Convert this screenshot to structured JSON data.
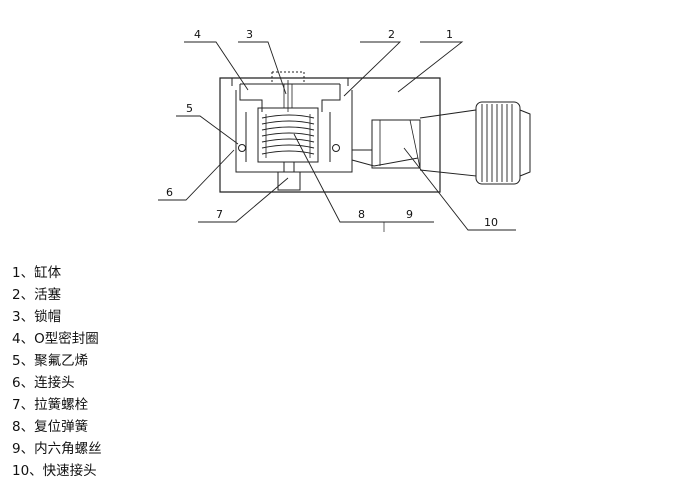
{
  "callouts": [
    {
      "num": "1"
    },
    {
      "num": "2"
    },
    {
      "num": "3"
    },
    {
      "num": "4"
    },
    {
      "num": "5"
    },
    {
      "num": "6"
    },
    {
      "num": "7"
    },
    {
      "num": "8"
    },
    {
      "num": "9"
    },
    {
      "num": "10"
    }
  ],
  "legend": [
    {
      "text": "1、缸体"
    },
    {
      "text": "2、活塞"
    },
    {
      "text": "3、锁帽"
    },
    {
      "text": "4、O型密封圈"
    },
    {
      "text": "5、聚氟乙烯"
    },
    {
      "text": "6、连接头"
    },
    {
      "text": "7、拉簧螺栓"
    },
    {
      "text": "8、复位弹簧"
    },
    {
      "text": "9、内六角螺丝"
    },
    {
      "text": "10、快速接头"
    }
  ]
}
